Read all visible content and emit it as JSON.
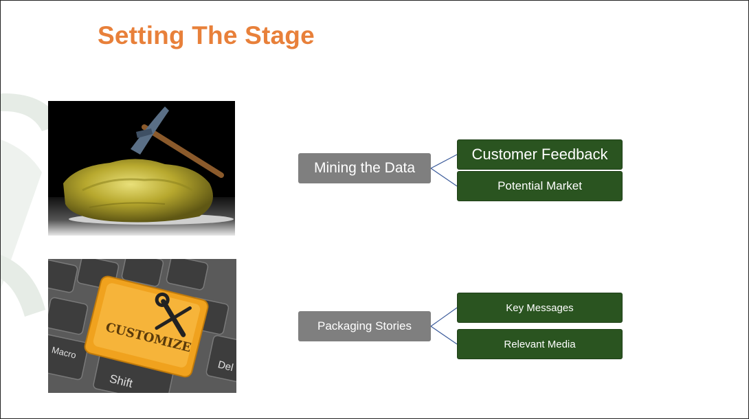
{
  "slide": {
    "title": "Setting The Stage"
  },
  "images": {
    "gold": {
      "icon": "gold-nugget-pickaxe-image"
    },
    "keyboard": {
      "icon": "customize-keyboard-image",
      "key_label": "CUSTOMIZE",
      "other_keys": [
        "Macro",
        "Shift",
        "Del"
      ]
    }
  },
  "diagram": {
    "mining": {
      "label": "Mining the Data",
      "children": [
        "Customer Feedback",
        "Potential Market"
      ]
    },
    "packaging": {
      "label": "Packaging Stories",
      "children": [
        "Key Messages",
        "Relevant Media"
      ]
    }
  },
  "colors": {
    "title": "#e8803a",
    "parent_node": "#7f7f7f",
    "child_node": "#2a5420",
    "connector": "#3a5a9a"
  }
}
